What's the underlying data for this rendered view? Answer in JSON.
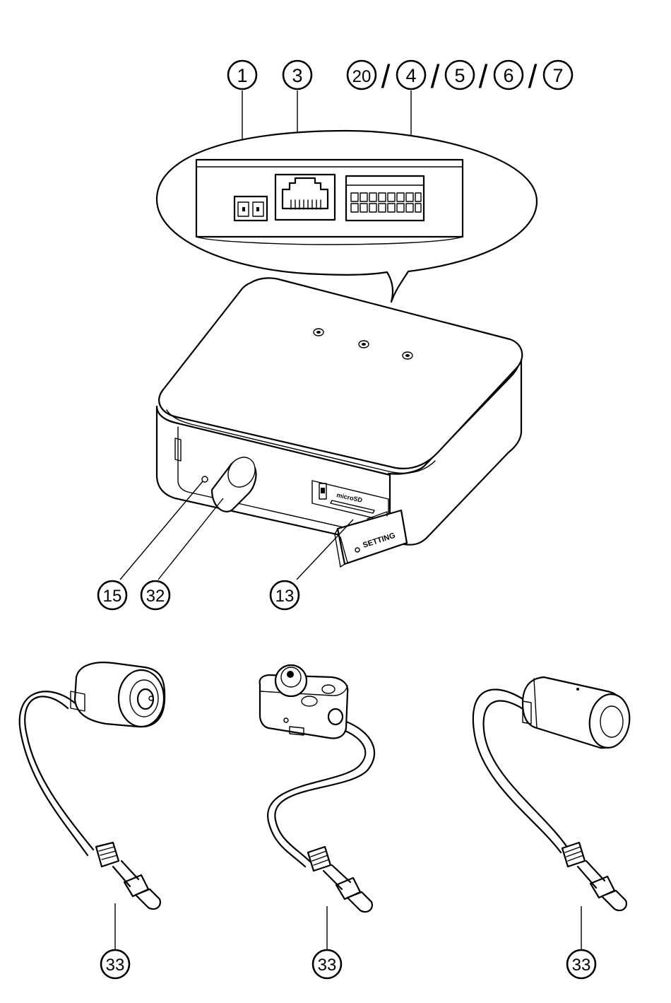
{
  "callouts_top": [
    {
      "id": "c1",
      "label": "1"
    },
    {
      "id": "c3",
      "label": "3"
    },
    {
      "id": "c20",
      "label": "20"
    },
    {
      "id": "c4",
      "label": "4"
    },
    {
      "id": "c5",
      "label": "5"
    },
    {
      "id": "c6",
      "label": "6"
    },
    {
      "id": "c7",
      "label": "7"
    }
  ],
  "slash": "/",
  "callouts_mid": [
    {
      "id": "c15",
      "label": "15"
    },
    {
      "id": "c32",
      "label": "32"
    },
    {
      "id": "c13",
      "label": "13"
    }
  ],
  "callouts_bottom": [
    {
      "id": "c33a",
      "label": "33"
    },
    {
      "id": "c33b",
      "label": "33"
    },
    {
      "id": "c33c",
      "label": "33"
    }
  ],
  "device_labels": {
    "sd_slot": "microSD",
    "setting_button": "SETTING"
  }
}
